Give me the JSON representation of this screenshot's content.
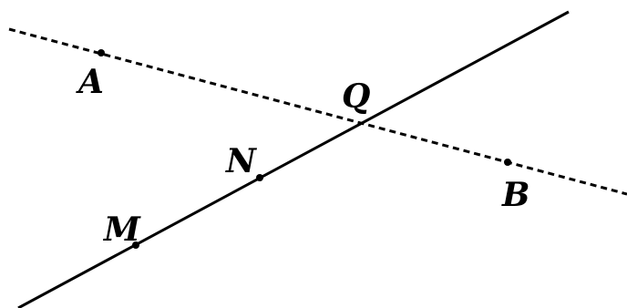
{
  "figure": {
    "line_color": "#000000",
    "points": {
      "A": "A",
      "B": "B",
      "Q": "Q",
      "N": "N",
      "M": "M"
    }
  }
}
